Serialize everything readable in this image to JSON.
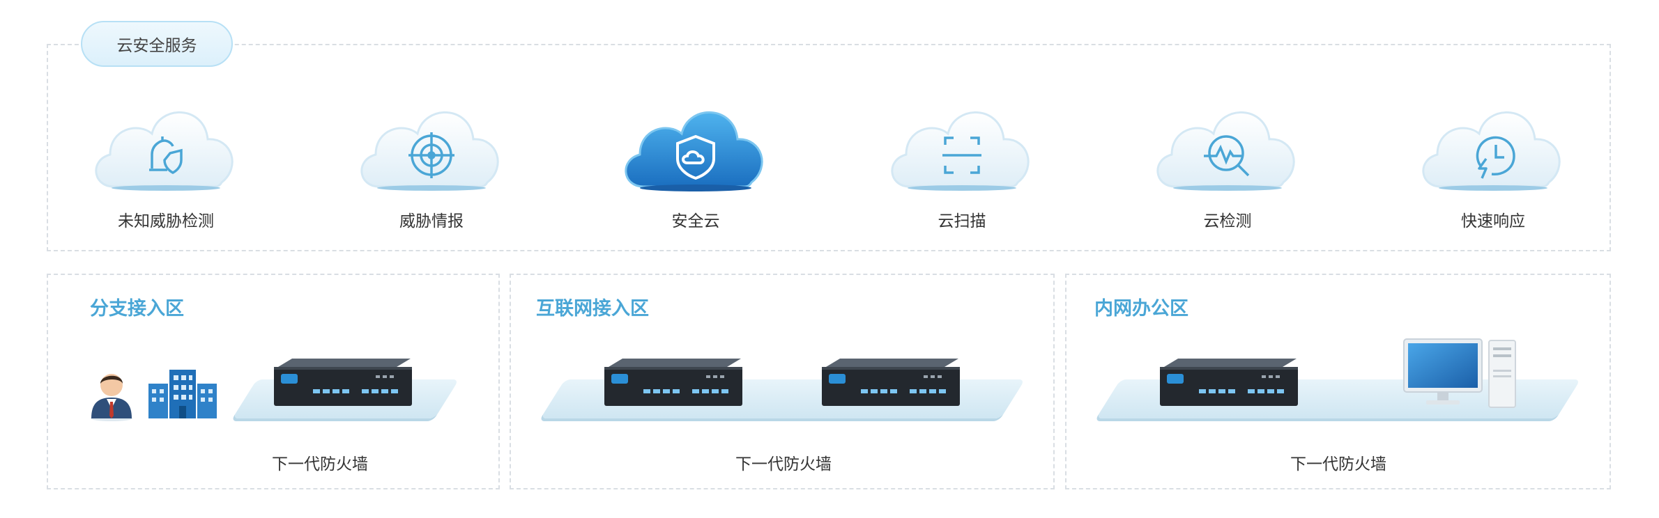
{
  "top_panel": {
    "title": "云安全服务",
    "services": [
      {
        "label": "未知威胁检测",
        "icon": "bell-shield-icon",
        "highlight": false
      },
      {
        "label": "威胁情报",
        "icon": "target-icon",
        "highlight": false
      },
      {
        "label": "安全云",
        "icon": "cloud-shield-icon",
        "highlight": true
      },
      {
        "label": "云扫描",
        "icon": "scan-frame-icon",
        "highlight": false
      },
      {
        "label": "云检测",
        "icon": "search-pulse-icon",
        "highlight": false
      },
      {
        "label": "快速响应",
        "icon": "clock-bolt-icon",
        "highlight": false
      }
    ]
  },
  "zones": [
    {
      "title": "分支接入区",
      "caption": "下一代防火墙"
    },
    {
      "title": "互联网接入区",
      "caption": "下一代防火墙"
    },
    {
      "title": "内网办公区",
      "caption": "下一代防火墙"
    }
  ],
  "colors": {
    "accent": "#4aa6d6",
    "highlight_cloud": "#1f7fd0",
    "border": "#d9dee3"
  }
}
